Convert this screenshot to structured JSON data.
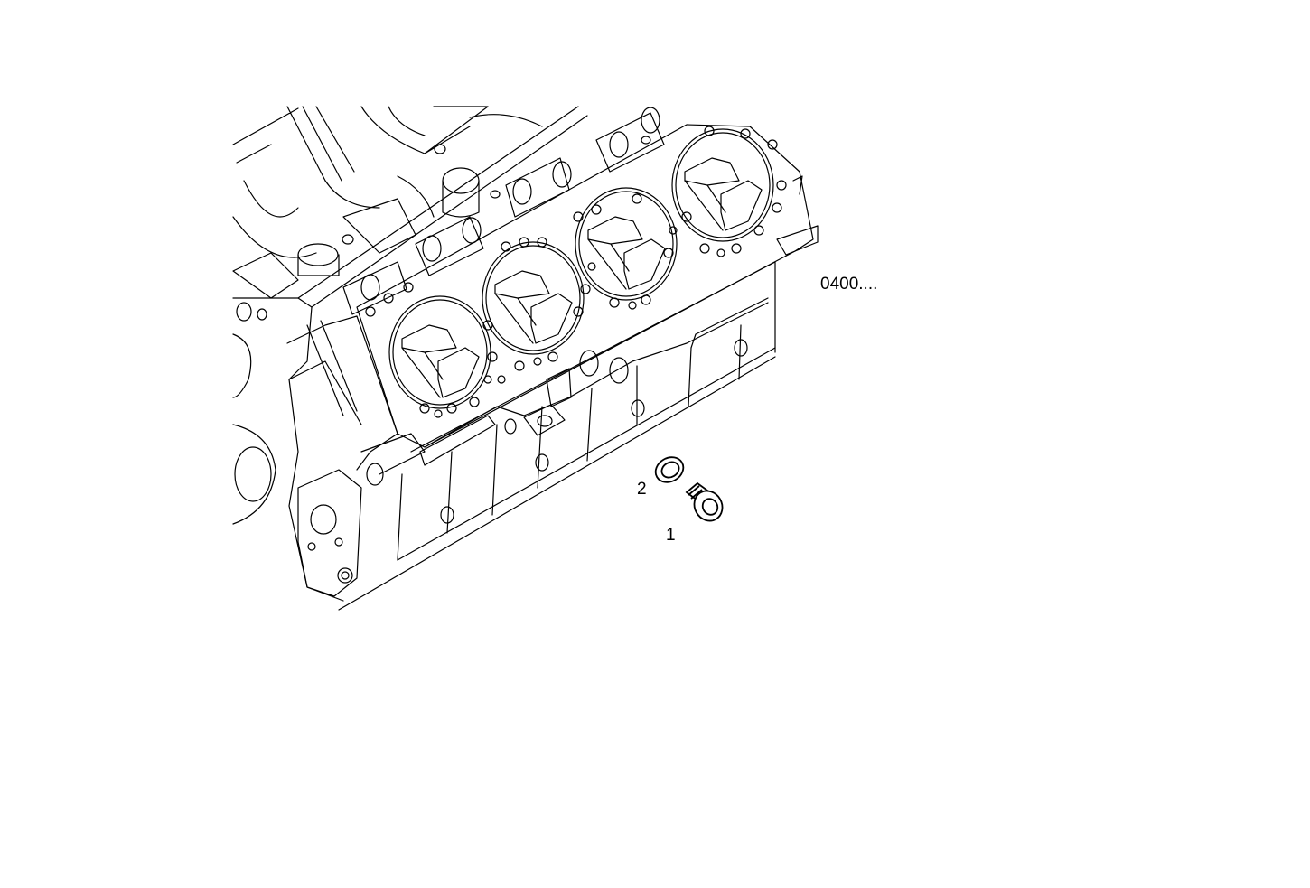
{
  "diagram": {
    "type": "exploded-parts-view",
    "subject": "engine block (V-type, cylinder bank with head gasket face)",
    "group_code": "0400....",
    "callouts": [
      {
        "number": "1",
        "part": "plug"
      },
      {
        "number": "2",
        "part": "sealing ring"
      }
    ],
    "colors": {
      "line": "#000000",
      "background": "#ffffff"
    }
  }
}
